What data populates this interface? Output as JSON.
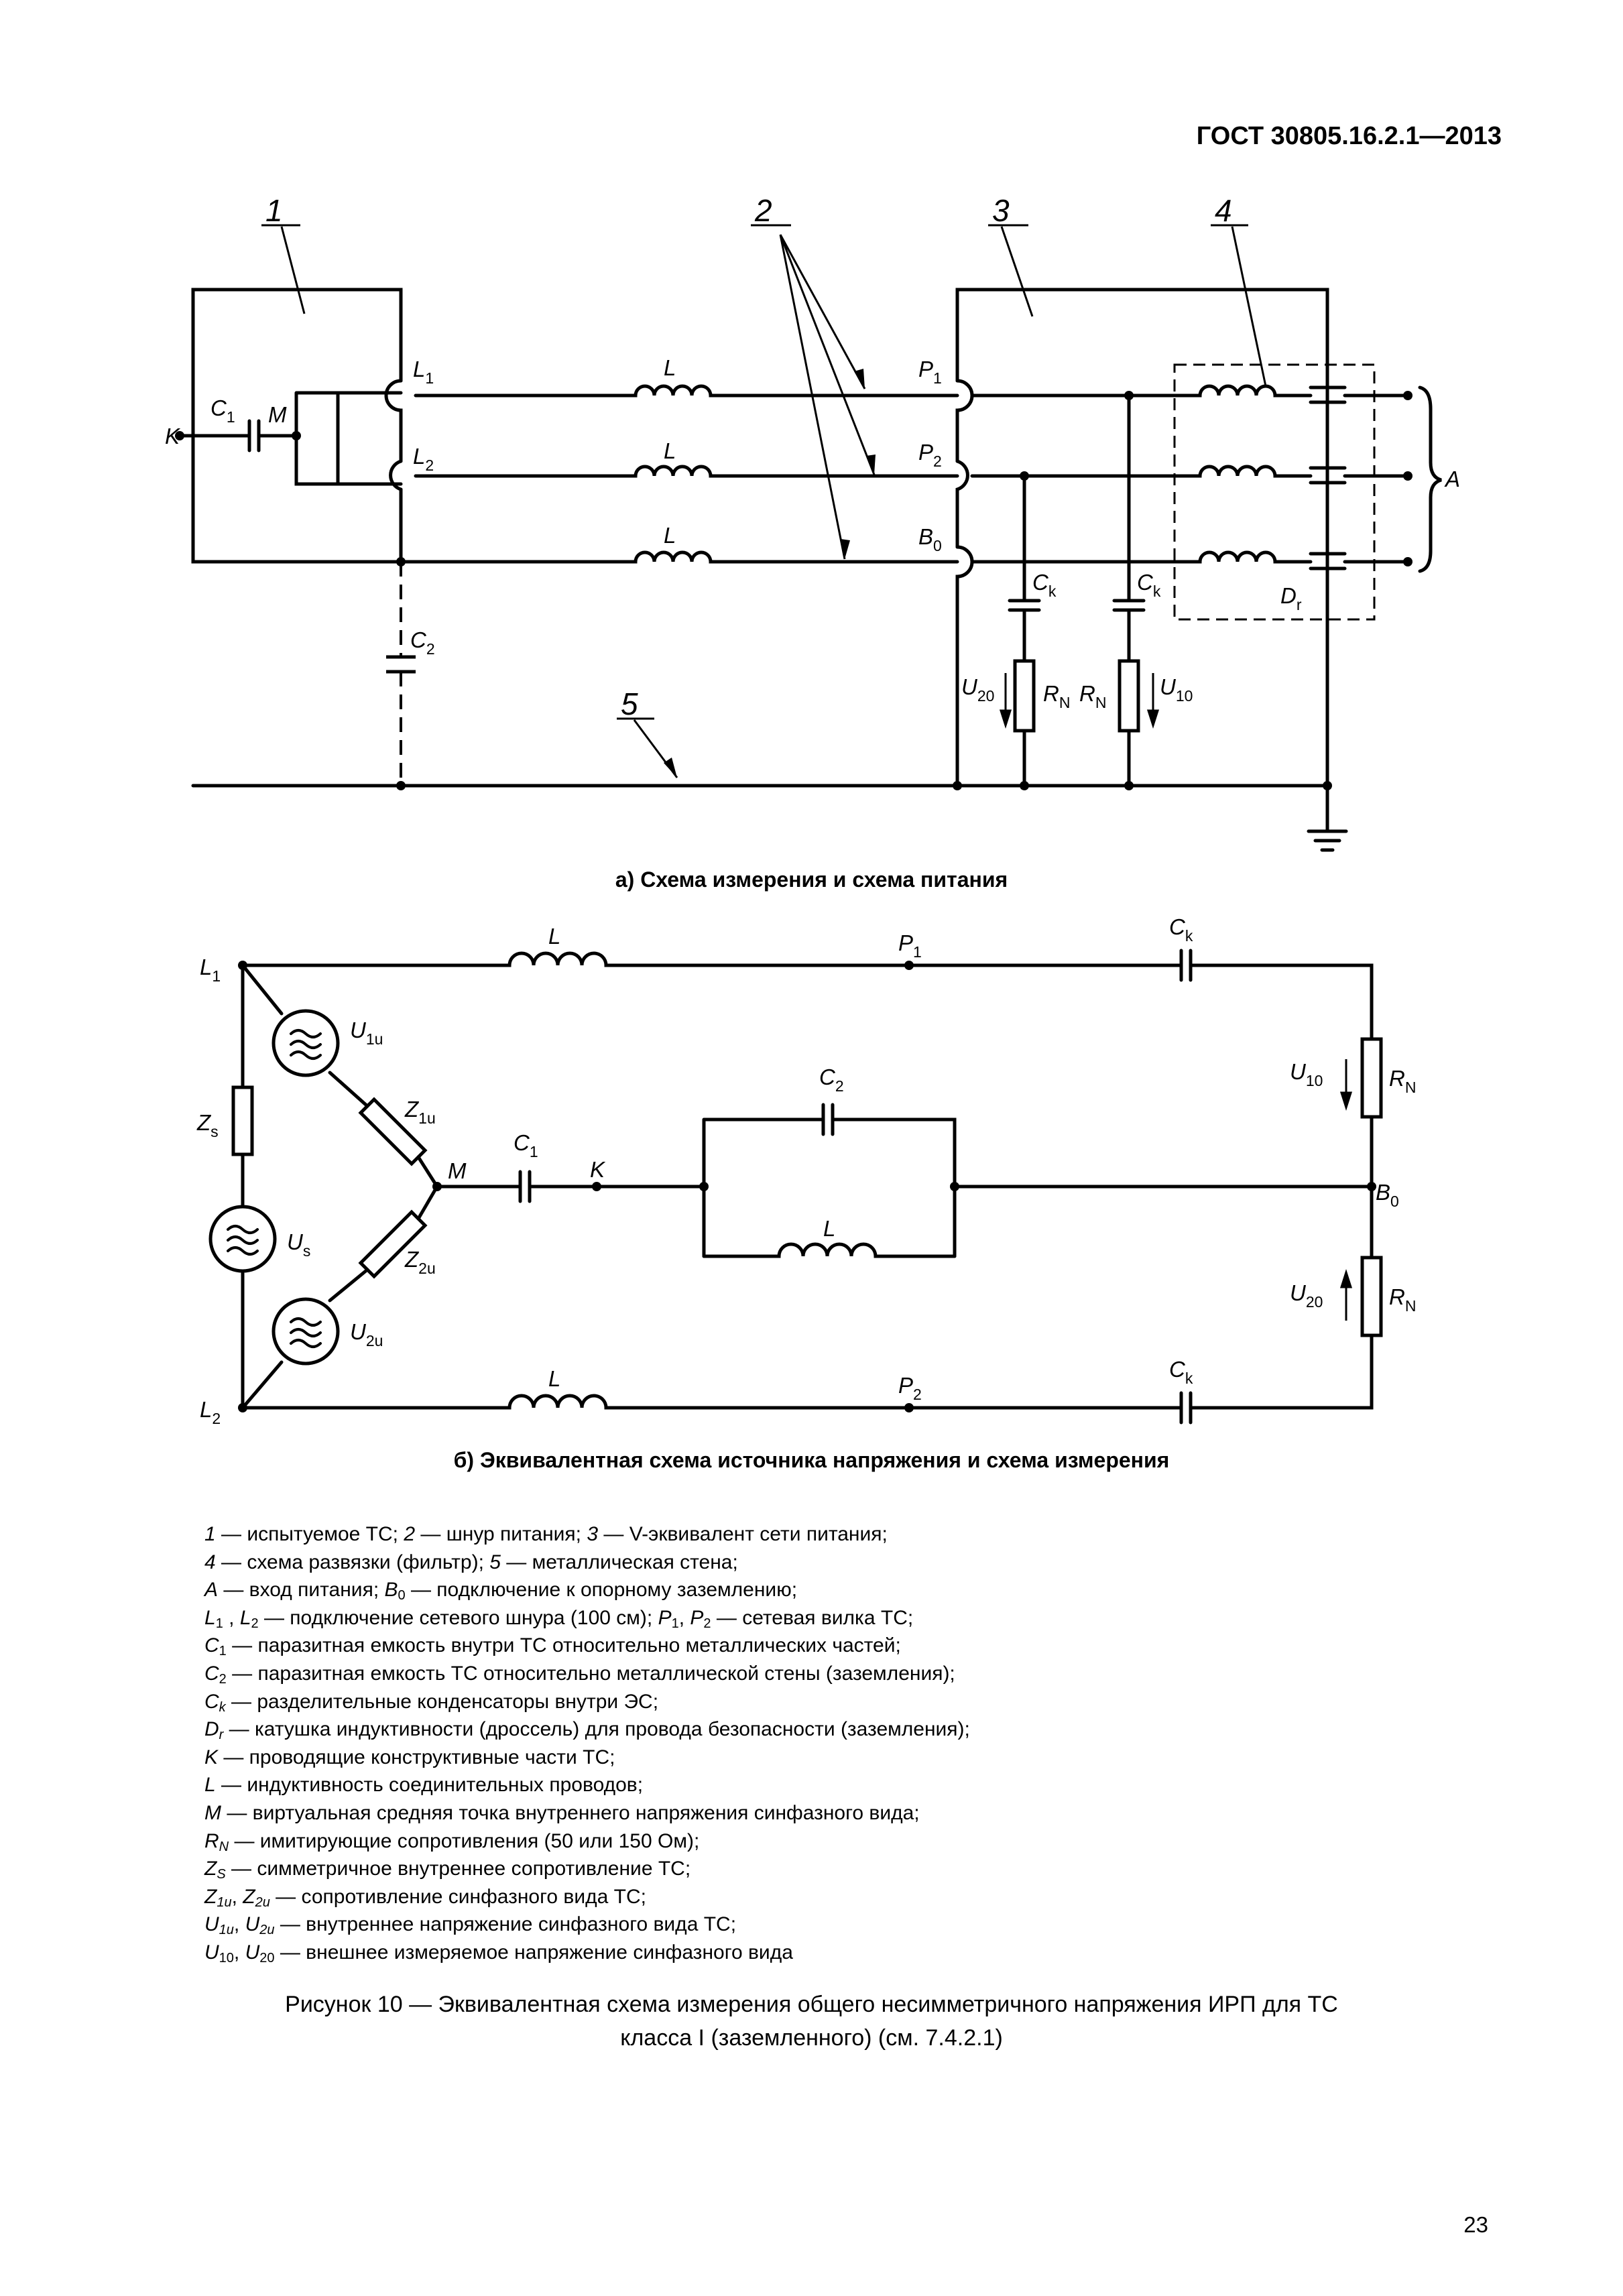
{
  "header": {
    "standard": "ГОСТ 30805.16.2.1—2013"
  },
  "figure_a": {
    "caption": "а) Схема измерения и схема питания",
    "callouts": [
      "1",
      "2",
      "3",
      "4",
      "5"
    ],
    "labels": {
      "K": "K",
      "C1": "C",
      "C1_sub": "1",
      "M": "M",
      "L1": "L",
      "L1_sub": "1",
      "L2": "L",
      "L2_sub": "2",
      "L": "L",
      "C2": "C",
      "C2_sub": "2",
      "P1": "P",
      "P1_sub": "1",
      "P2": "P",
      "P2_sub": "2",
      "B0": "B",
      "B0_sub": "0",
      "Ck": "C",
      "Ck_sub": "k",
      "U20": "U",
      "U20_sub": "20",
      "U10": "U",
      "U10_sub": "10",
      "RN": "R",
      "RN_sub": "N",
      "Dr": "D",
      "Dr_sub": "r",
      "A": "A"
    }
  },
  "figure_b": {
    "caption": "б) Эквивалентная схема источника напряжения и схема измерения",
    "labels": {
      "L": "L",
      "P1": "P",
      "P1_sub": "1",
      "P2": "P",
      "P2_sub": "2",
      "Ck": "C",
      "Ck_sub": "k",
      "L1": "L",
      "L1_sub": "1",
      "L2": "L",
      "L2_sub": "2",
      "U1u": "U",
      "U1u_sub": "1u",
      "U2u": "U",
      "U2u_sub": "2u",
      "Z1u": "Z",
      "Z1u_sub": "1u",
      "Z2u": "Z",
      "Z2u_sub": "2u",
      "Zs": "Z",
      "Zs_sub": "s",
      "Us": "U",
      "Us_sub": "s",
      "M": "M",
      "K": "K",
      "C1": "C",
      "C1_sub": "1",
      "C2": "C",
      "C2_sub": "2",
      "U10": "U",
      "U10_sub": "10",
      "U20": "U",
      "U20_sub": "20",
      "RN": "R",
      "RN_sub": "N",
      "B0": "B",
      "B0_sub": "0"
    }
  },
  "legend": [
    [
      {
        "t": "1",
        "i": true
      },
      {
        "t": " — испытуемое ТС; "
      },
      {
        "t": "2",
        "i": true
      },
      {
        "t": " — шнур питания; "
      },
      {
        "t": "3",
        "i": true
      },
      {
        "t": " — V-эквивалент сети питания;"
      }
    ],
    [
      {
        "t": "4",
        "i": true
      },
      {
        "t": " — схема развязки (фильтр); "
      },
      {
        "t": "5",
        "i": true
      },
      {
        "t": " — металлическая стена;"
      }
    ],
    [
      {
        "t": "A",
        "i": true
      },
      {
        "t": " — вход питания; "
      },
      {
        "t": "B",
        "i": true
      },
      {
        "t": "0",
        "s": true
      },
      {
        "t": " — подключение к опорному заземлению;"
      }
    ],
    [
      {
        "t": "L",
        "i": true
      },
      {
        "t": "1",
        "s": true
      },
      {
        "t": " , "
      },
      {
        "t": "L",
        "i": true
      },
      {
        "t": "2",
        "s": true
      },
      {
        "t": " — подключение сетевого шнура (100 см); "
      },
      {
        "t": "P",
        "i": true
      },
      {
        "t": "1",
        "s": true
      },
      {
        "t": ", "
      },
      {
        "t": "P",
        "i": true
      },
      {
        "t": "2",
        "s": true
      },
      {
        "t": " — сетевая вилка ТС;"
      }
    ],
    [
      {
        "t": "C",
        "i": true
      },
      {
        "t": "1",
        "s": true
      },
      {
        "t": " — паразитная емкость внутри ТС относительно металлических частей;"
      }
    ],
    [
      {
        "t": "C",
        "i": true
      },
      {
        "t": "2",
        "s": true
      },
      {
        "t": " — паразитная емкость ТС относительно металлической стены (заземления);"
      }
    ],
    [
      {
        "t": "C",
        "i": true
      },
      {
        "t": "k",
        "s": true,
        "i": true
      },
      {
        "t": " — разделительные конденсаторы внутри ЭС;"
      }
    ],
    [
      {
        "t": "D",
        "i": true
      },
      {
        "t": "r",
        "s": true,
        "i": true
      },
      {
        "t": " — катушка индуктивности (дроссель) для провода безопасности (заземления);"
      }
    ],
    [
      {
        "t": "K",
        "i": true
      },
      {
        "t": " — проводящие конструктивные части ТС;"
      }
    ],
    [
      {
        "t": "L",
        "i": true
      },
      {
        "t": " — индуктивность соединительных проводов;"
      }
    ],
    [
      {
        "t": "M",
        "i": true
      },
      {
        "t": " — виртуальная средняя точка внутреннего напряжения синфазного вида;"
      }
    ],
    [
      {
        "t": "R",
        "i": true
      },
      {
        "t": "N",
        "s": true,
        "i": true
      },
      {
        "t": " — имитирующие сопротивления (50 или 150 Ом);"
      }
    ],
    [
      {
        "t": "Z",
        "i": true
      },
      {
        "t": "S",
        "s": true,
        "i": true
      },
      {
        "t": " — симметричное внутреннее сопротивление ТС;"
      }
    ],
    [
      {
        "t": "Z",
        "i": true
      },
      {
        "t": "1u",
        "s": true,
        "i": true
      },
      {
        "t": ", "
      },
      {
        "t": "Z",
        "i": true
      },
      {
        "t": "2u",
        "s": true,
        "i": true
      },
      {
        "t": " — сопротивление синфазного вида ТС;"
      }
    ],
    [
      {
        "t": "U",
        "i": true
      },
      {
        "t": "1u",
        "s": true,
        "i": true
      },
      {
        "t": ", "
      },
      {
        "t": "U",
        "i": true
      },
      {
        "t": "2u",
        "s": true,
        "i": true
      },
      {
        "t": " — внутреннее напряжение синфазного вида ТС;"
      }
    ],
    [
      {
        "t": "U",
        "i": true
      },
      {
        "t": "10",
        "s": true
      },
      {
        "t": ", "
      },
      {
        "t": "U",
        "i": true
      },
      {
        "t": "20",
        "s": true
      },
      {
        "t": " — внешнее измеряемое напряжение синфазного вида"
      }
    ]
  ],
  "figure_caption": {
    "line1": "Рисунок 10 — Эквивалентная схема измерения общего несимметричного напряжения ИРП  для ТС",
    "line2": "класса I (заземленного) (см. 7.4.2.1)"
  },
  "page_number": "23"
}
